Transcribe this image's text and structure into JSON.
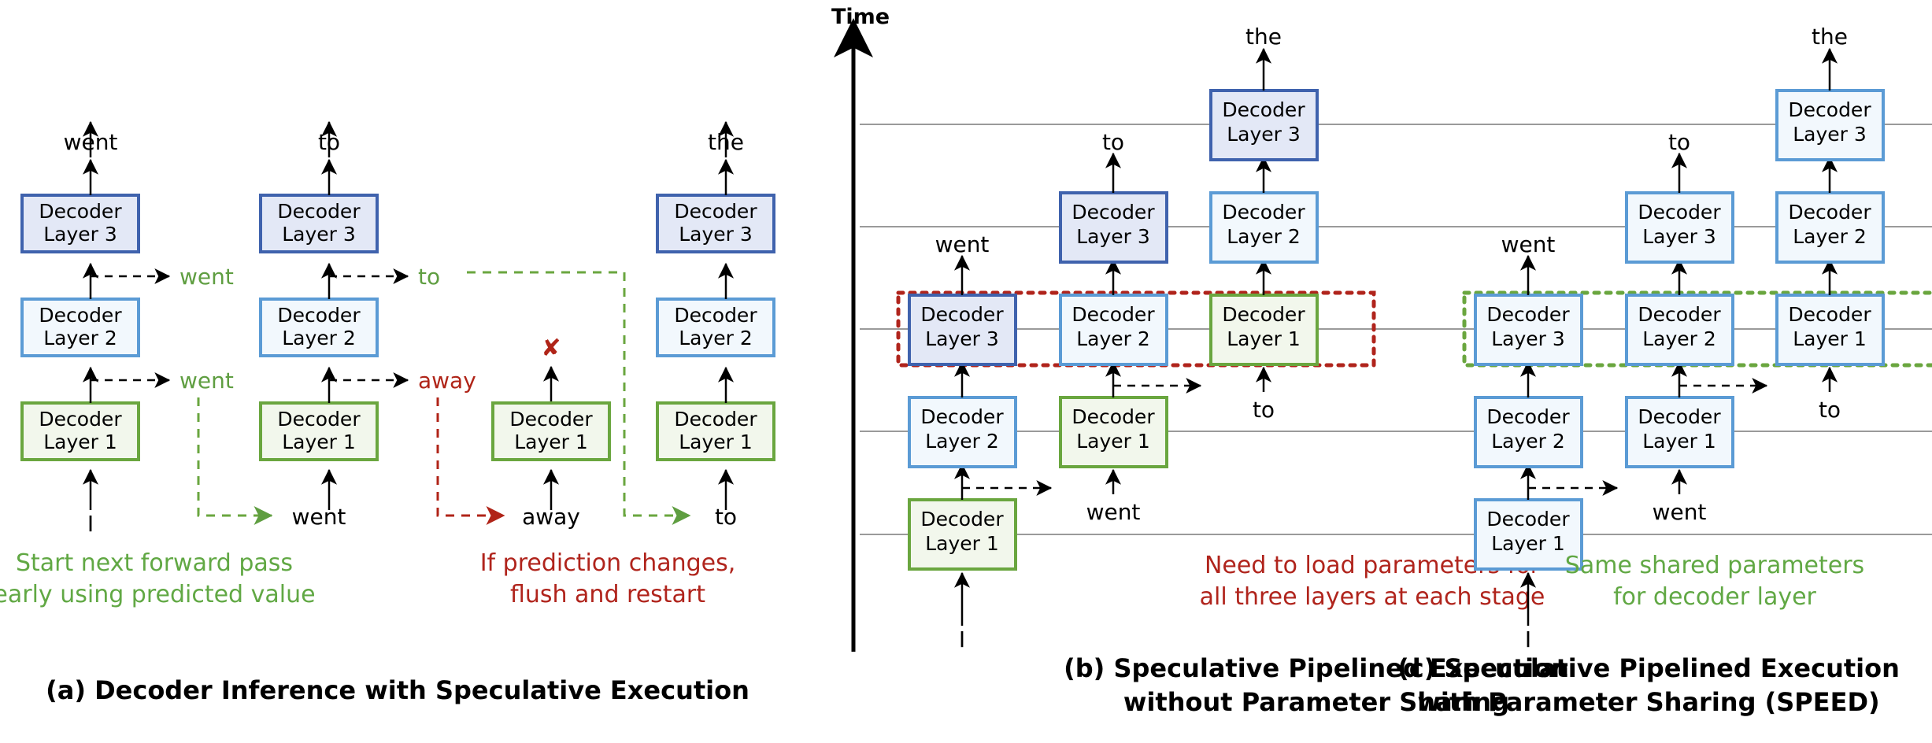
{
  "figure": {
    "layer_labels": {
      "l1_line1": "Decoder",
      "l1_line2": "Layer 1",
      "l2_line1": "Decoder",
      "l2_line2": "Layer 2",
      "l3_line1": "Decoder",
      "l3_line2": "Layer 3"
    },
    "colors": {
      "layer1_border": "#6aa63f",
      "layer1_fill": "#f2f7ec",
      "layer2_border": "#5b9bd5",
      "layer2_fill": "#f2f8fd",
      "layer3_border": "#3f62ad",
      "layer3_fill": "#e3e8f6",
      "shared_border": "#5b9bd5",
      "shared_fill": "#f2f8fd",
      "green_text": "#61a844",
      "red_text": "#b0241c",
      "gridline": "#9a9a9a",
      "axis": "#000000"
    }
  },
  "panel_a": {
    "caption": "(a) Decoder Inference with Speculative Execution",
    "note_green_line1": "Start next forward pass",
    "note_green_line2": "early using predicted value",
    "note_red_line1": "If prediction changes,",
    "note_red_line2": "flush and restart",
    "stack1": {
      "output": "went",
      "input": "I",
      "side_top": "went",
      "side_bottom": "went",
      "layers": [
        "Decoder Layer 1",
        "Decoder Layer 2",
        "Decoder Layer 3"
      ]
    },
    "stack2": {
      "output": "to",
      "input": "went",
      "side_top": "to",
      "side_bottom": "away",
      "layers": [
        "Decoder Layer 1",
        "Decoder Layer 2",
        "Decoder Layer 3"
      ]
    },
    "stack3": {
      "output": "",
      "input": "away",
      "x_mark": "✘",
      "layers": [
        "Decoder Layer 1"
      ]
    },
    "stack4": {
      "output": "the",
      "input": "to",
      "layers": [
        "Decoder Layer 1",
        "Decoder Layer 2",
        "Decoder Layer 3"
      ]
    }
  },
  "panel_b": {
    "caption_line1": "(b) Speculative Pipelined Execution",
    "caption_line2": "without Parameter Sharing",
    "note_line1": "Need to load parameters for",
    "note_line2": "all three layers at each stage",
    "axis_label": "Time",
    "outputs": {
      "went": "went",
      "to": "to",
      "the": "the"
    },
    "inputs": {
      "start": "I",
      "went": "went",
      "to": "to"
    },
    "stage_boxes": [
      {
        "row": 0,
        "col": 0,
        "layer": 1,
        "line1": "Decoder",
        "line2": "Layer 1"
      },
      {
        "row": 1,
        "col": 0,
        "layer": 2,
        "line1": "Decoder",
        "line2": "Layer 2"
      },
      {
        "row": 1,
        "col": 1,
        "layer": 1,
        "line1": "Decoder",
        "line2": "Layer 1"
      },
      {
        "row": 2,
        "col": 0,
        "layer": 3,
        "line1": "Decoder",
        "line2": "Layer 3"
      },
      {
        "row": 2,
        "col": 1,
        "layer": 2,
        "line1": "Decoder",
        "line2": "Layer 2"
      },
      {
        "row": 2,
        "col": 2,
        "layer": 1,
        "line1": "Decoder",
        "line2": "Layer 1"
      },
      {
        "row": 3,
        "col": 1,
        "layer": 3,
        "line1": "Decoder",
        "line2": "Layer 3"
      },
      {
        "row": 3,
        "col": 2,
        "layer": 2,
        "line1": "Decoder",
        "line2": "Layer 2"
      },
      {
        "row": 4,
        "col": 2,
        "layer": 3,
        "line1": "Decoder",
        "line2": "Layer 3"
      }
    ],
    "highlight_style": "red-dotted"
  },
  "panel_c": {
    "caption_line1": "(c) Speculative Pipelined Execution",
    "caption_line2": "with Parameter Sharing (SPEED)",
    "note_line1": "Same shared parameters",
    "note_line2": "for decoder layer",
    "outputs": {
      "went": "went",
      "to": "to",
      "the": "the"
    },
    "inputs": {
      "start": "I",
      "went": "went",
      "to": "to"
    },
    "stage_boxes": [
      {
        "row": 0,
        "col": 0,
        "layer": 0,
        "line1": "Decoder",
        "line2": "Layer 1"
      },
      {
        "row": 1,
        "col": 0,
        "layer": 0,
        "line1": "Decoder",
        "line2": "Layer 2"
      },
      {
        "row": 1,
        "col": 1,
        "layer": 0,
        "line1": "Decoder",
        "line2": "Layer 1"
      },
      {
        "row": 2,
        "col": 0,
        "layer": 0,
        "line1": "Decoder",
        "line2": "Layer 3"
      },
      {
        "row": 2,
        "col": 1,
        "layer": 0,
        "line1": "Decoder",
        "line2": "Layer 2"
      },
      {
        "row": 2,
        "col": 2,
        "layer": 0,
        "line1": "Decoder",
        "line2": "Layer 1"
      },
      {
        "row": 3,
        "col": 1,
        "layer": 0,
        "line1": "Decoder",
        "line2": "Layer 3"
      },
      {
        "row": 3,
        "col": 2,
        "layer": 0,
        "line1": "Decoder",
        "line2": "Layer 2"
      },
      {
        "row": 4,
        "col": 2,
        "layer": 0,
        "line1": "Decoder",
        "line2": "Layer 3"
      }
    ],
    "highlight_style": "green-dotted"
  }
}
